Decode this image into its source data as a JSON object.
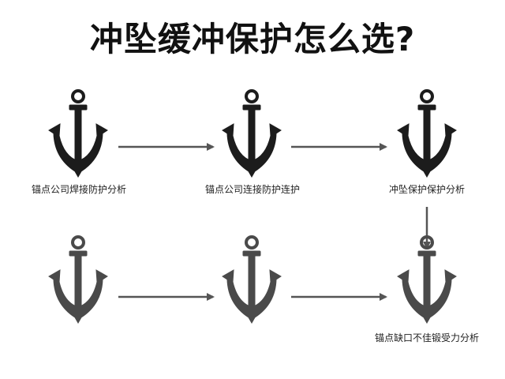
{
  "title": "冲坠缓冲保护怎么选?",
  "colors": {
    "top_anchor": "#1c1c1c",
    "bottom_anchor": "#4a4a4a",
    "arrow": "#555555",
    "text": "#222222"
  },
  "nodes": [
    {
      "id": "n1",
      "label": "锚点公司焊接防护分析",
      "row": 1,
      "icon": "anchor-icon"
    },
    {
      "id": "n2",
      "label": "锚点公司连接防护连护",
      "row": 1,
      "icon": "anchor-icon"
    },
    {
      "id": "n3",
      "label": "冲坠保护保护分析",
      "row": 1,
      "icon": "anchor-icon"
    },
    {
      "id": "n4",
      "label": "",
      "row": 2,
      "icon": "anchor-icon"
    },
    {
      "id": "n5",
      "label": "",
      "row": 2,
      "icon": "anchor-icon"
    },
    {
      "id": "n6",
      "label": "锚点缺口不佳锻受力分析",
      "row": 2,
      "icon": "anchor-icon"
    }
  ],
  "edges": [
    {
      "from": "n1",
      "to": "n2"
    },
    {
      "from": "n2",
      "to": "n3"
    },
    {
      "from": "n3",
      "to": "n6"
    },
    {
      "from": "n4",
      "to": "n5"
    },
    {
      "from": "n5",
      "to": "n6"
    }
  ]
}
